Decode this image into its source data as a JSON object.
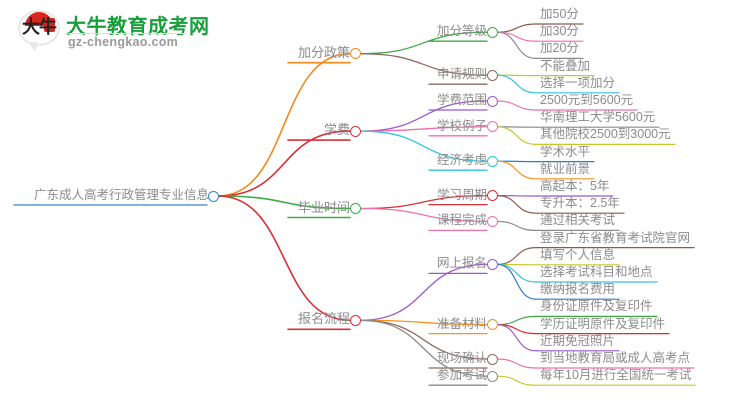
{
  "logo": {
    "mark_text": "大牛",
    "title": "大牛教育成考网",
    "subtitle": "gz-chengkao.com"
  },
  "mindmap": {
    "root": {
      "label": "广东成人高考行政管理专业信息",
      "color": "#3b82c4"
    },
    "branches": [
      {
        "label": "加分政策",
        "color": "#f08a1e",
        "children": [
          {
            "label": "加分等级",
            "color": "#3faa45",
            "leaves": [
              {
                "label": "加50分",
                "color": "#8b5a4a"
              },
              {
                "label": "加30分",
                "color": "#f06fb0"
              },
              {
                "label": "加20分",
                "color": "#8c8c8c"
              }
            ]
          },
          {
            "label": "申请规则",
            "color": "#8b6b63",
            "leaves": [
              {
                "label": "不能叠加",
                "color": "#c8c828"
              },
              {
                "label": "选择一项加分",
                "color": "#31c3e0"
              }
            ]
          }
        ]
      },
      {
        "label": "学费",
        "color": "#d8303a",
        "children": [
          {
            "label": "学费范围",
            "color": "#9b59c8",
            "leaves": [
              {
                "label": "2500元到5600元",
                "color": "#f06fb0"
              }
            ]
          },
          {
            "label": "学校例子",
            "color": "#f06fb0",
            "leaves": [
              {
                "label": "华南理工大学5600元",
                "color": "#8c8c8c"
              },
              {
                "label": "其他院校2500到3000元",
                "color": "#c8c828"
              }
            ]
          },
          {
            "label": "经济考虑",
            "color": "#31c3e0",
            "leaves": [
              {
                "label": "学术水平",
                "color": "#2f7fc8"
              },
              {
                "label": "就业前景",
                "color": "#f7941e"
              }
            ]
          }
        ]
      },
      {
        "label": "毕业时间",
        "color": "#3faa45",
        "children": [
          {
            "label": "学习周期",
            "color": "#d8303a",
            "leaves": [
              {
                "label": "高起本：5年",
                "color": "#9b59c8"
              },
              {
                "label": "专升本：2.5年",
                "color": "#8b5a4a"
              }
            ]
          },
          {
            "label": "课程完成",
            "color": "#f06fb0",
            "leaves": [
              {
                "label": "通过相关考试",
                "color": "#8c8c8c"
              }
            ]
          }
        ]
      },
      {
        "label": "报名流程",
        "color": "#d8303a",
        "children": [
          {
            "label": "网上报名",
            "color": "#9b59c8",
            "leaves": [
              {
                "label": "登录广东省教育考试院官网",
                "color": "#8b5a4a"
              },
              {
                "label": "填写个人信息",
                "color": "#c8c828"
              },
              {
                "label": "选择考试科目和地点",
                "color": "#31c3e0"
              },
              {
                "label": "缴纳报名费用",
                "color": "#2f7fc8"
              }
            ]
          },
          {
            "label": "准备材料",
            "color": "#f7941e",
            "leaves": [
              {
                "label": "身份证原件及复印件",
                "color": "#3faa45"
              },
              {
                "label": "学历证明原件及复印件",
                "color": "#e8242f"
              },
              {
                "label": "近期免冠照片",
                "color": "#9b59c8"
              }
            ]
          },
          {
            "label": "现场确认",
            "color": "#8b6b63",
            "leaves": [
              {
                "label": "到当地教育局或成人高考点",
                "color": "#f06fb0"
              }
            ]
          },
          {
            "label": "参加考试",
            "color": "#8c8c8c",
            "leaves": [
              {
                "label": "每年10月进行全国统一考试",
                "color": "#c8c828"
              }
            ]
          }
        ]
      }
    ]
  }
}
